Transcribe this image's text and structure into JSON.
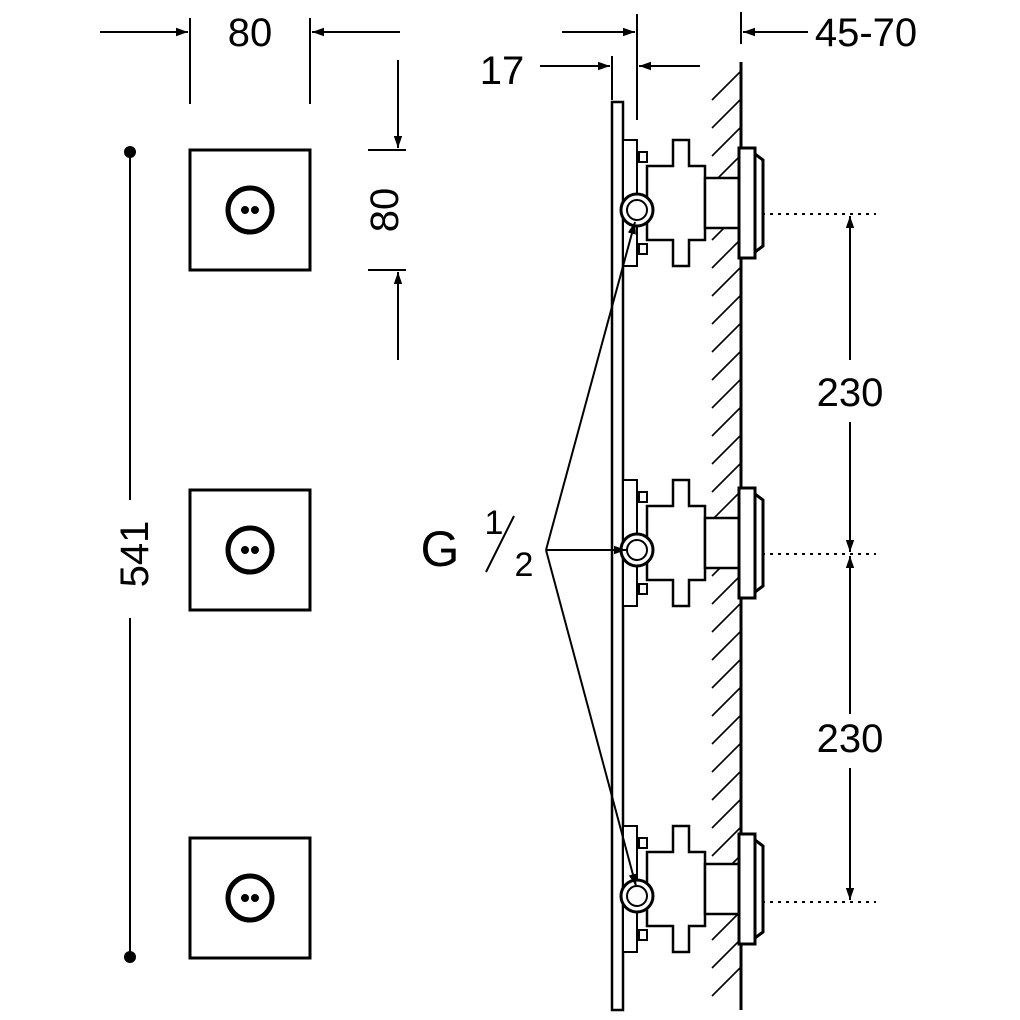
{
  "dimensions": {
    "nozzle_width": "80",
    "nozzle_height": "80",
    "total_height": "541",
    "panel_thickness": "17",
    "wall_depth": "45-70",
    "spacing_upper": "230",
    "spacing_lower": "230"
  },
  "thread": {
    "prefix": "G",
    "numerator": "1",
    "denominator": "2"
  },
  "colors": {
    "line": "#000000",
    "background": "#ffffff"
  }
}
